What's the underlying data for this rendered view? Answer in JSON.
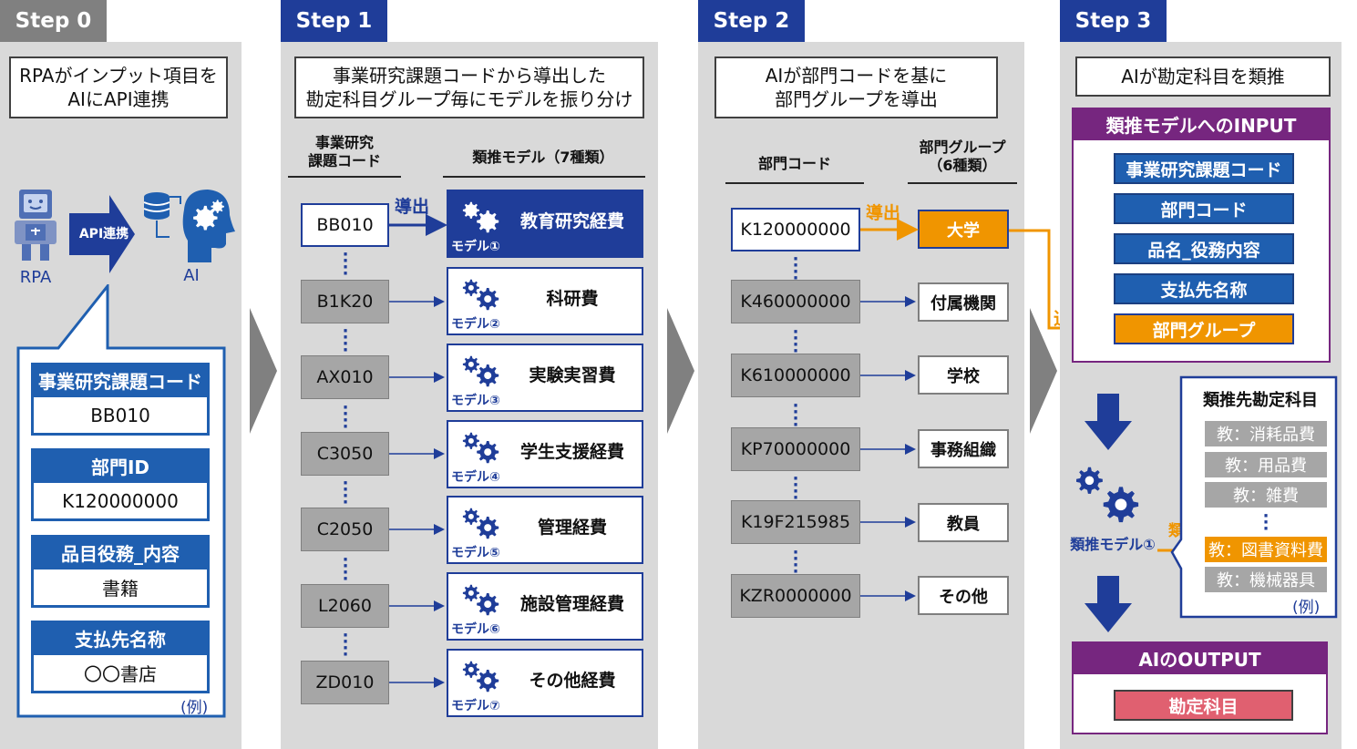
{
  "steps": [
    {
      "label": "Step 0"
    },
    {
      "label": "Step 1"
    },
    {
      "label": "Step 2"
    },
    {
      "label": "Step 3"
    }
  ],
  "step0": {
    "title_line1": "RPAがインプット項目を",
    "title_line2": "AIにAPI連携",
    "rpa_label": "RPA",
    "api_label": "API連携",
    "ai_label": "AI",
    "fields": [
      {
        "label": "事業研究課題コード",
        "value": "BB010"
      },
      {
        "label": "部門ID",
        "value": "K120000000"
      },
      {
        "label": "品目役務_内容",
        "value": "書籍"
      },
      {
        "label": "支払先名称",
        "value": "〇〇書店"
      }
    ],
    "example": "(例)"
  },
  "step1": {
    "title_line1": "事業研究課題コードから導出した",
    "title_line2": "勘定科目グループ毎にモデルを振り分け",
    "col1_line1": "事業研究",
    "col1_line2": "課題コード",
    "col2": "類推モデル（7種類）",
    "derive_label": "導出",
    "codes": [
      "BB010",
      "B1K20",
      "AX010",
      "C3050",
      "C2050",
      "L2060",
      "ZD010"
    ],
    "models": [
      {
        "name": "教育研究経費",
        "label": "モデル①"
      },
      {
        "name": "科研費",
        "label": "モデル②"
      },
      {
        "name": "実験実習費",
        "label": "モデル③"
      },
      {
        "name": "学生支援経費",
        "label": "モデル④"
      },
      {
        "name": "管理経費",
        "label": "モデル⑤"
      },
      {
        "name": "施設管理経費",
        "label": "モデル⑥"
      },
      {
        "name": "その他経費",
        "label": "モデル⑦"
      }
    ]
  },
  "step2": {
    "title_line1": "AIが部門コードを基に",
    "title_line2": "部門グループを導出",
    "col1": "部門コード",
    "col2_line1": "部門グループ",
    "col2_line2": "（6種類）",
    "derive_label": "導出",
    "codes": [
      "K120000000",
      "K460000000",
      "K610000000",
      "KP70000000",
      "K19F215985",
      "KZR0000000"
    ],
    "groups": [
      "大学",
      "付属機関",
      "学校",
      "事務組織",
      "教員",
      "その他"
    ],
    "add_label": "追加"
  },
  "step3": {
    "title": "AIが勘定科目を類推",
    "input_header": "類推モデルへのINPUT",
    "inputs": [
      "事業研究課題コード",
      "部門コード",
      "品名_役務内容",
      "支払先名称",
      "部門グループ"
    ],
    "model_label": "類推モデル①",
    "infer_label": "類推",
    "candidates_header": "類推先勘定科目",
    "candidates": [
      "教：消耗品費",
      "教：用品費",
      "教：雑費",
      "教：図書資料費",
      "教：機械器具"
    ],
    "example": "(例)",
    "output_header": "AIのOUTPUT",
    "output_value": "勘定科目"
  },
  "colors": {
    "navy": "#1f3d99",
    "blue": "#1f5fb0",
    "orange": "#f09500",
    "purple": "#76267f",
    "pink": "#e06070",
    "gray_panel": "#d9d9d9",
    "gray_box": "#a6a6a6"
  }
}
